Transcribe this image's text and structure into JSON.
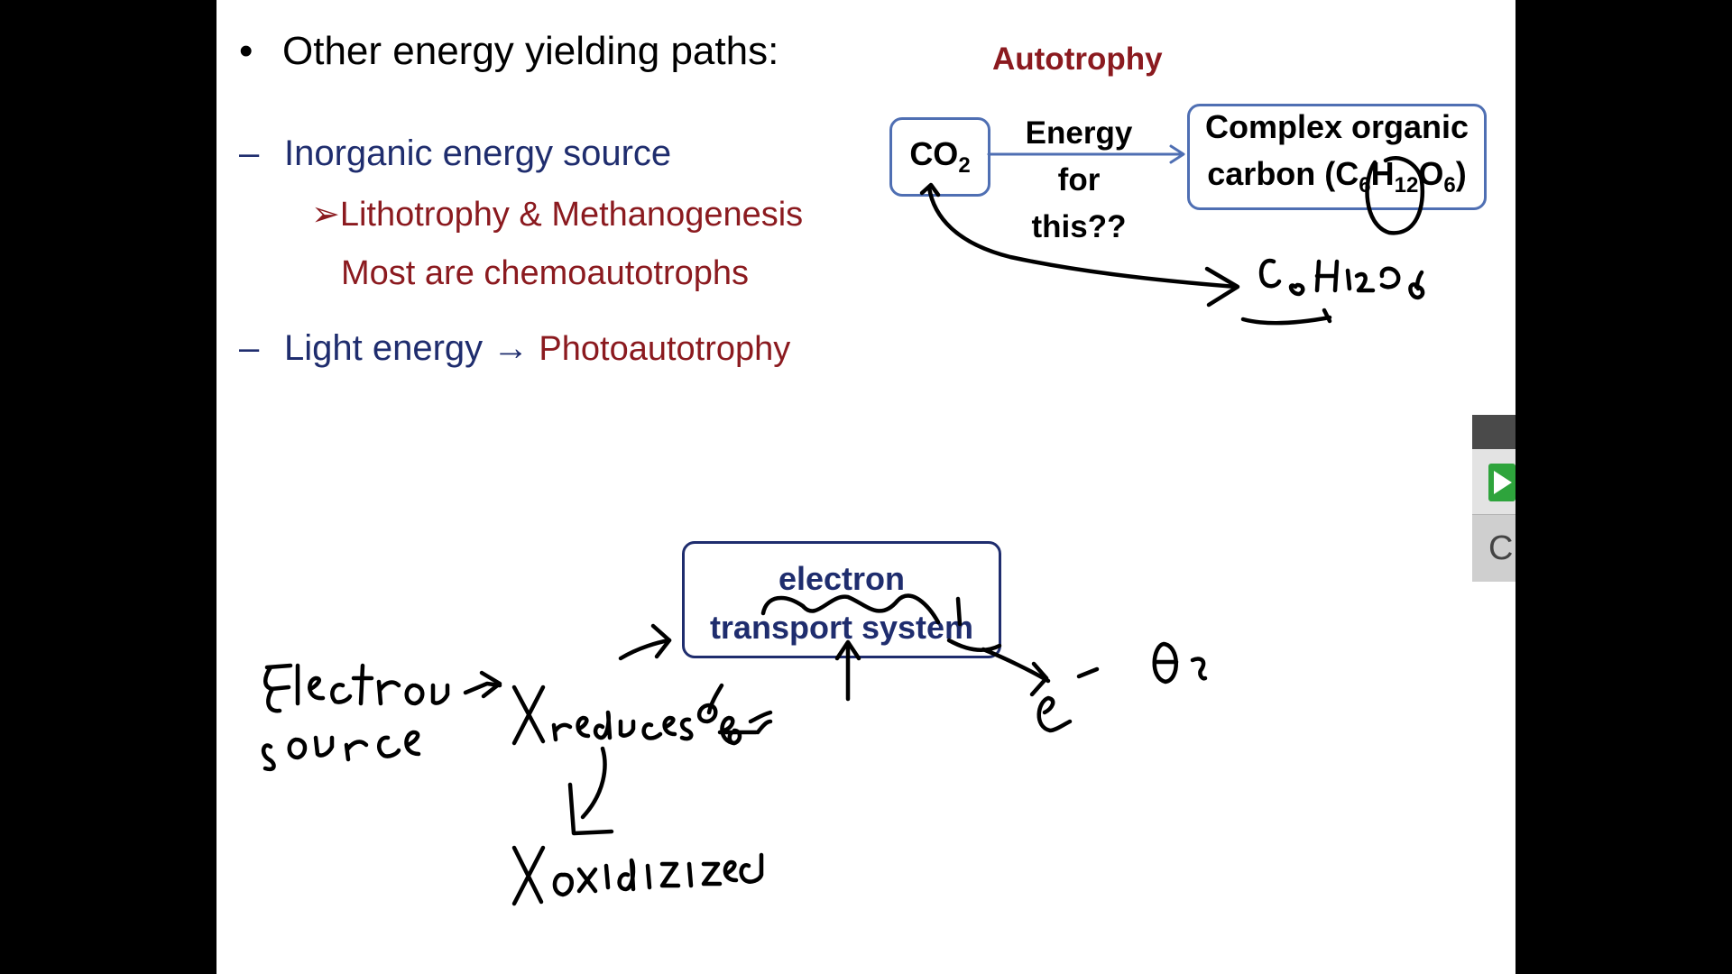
{
  "slide": {
    "bullet_main": "Other energy yielding paths:",
    "bullet_symbol": "•",
    "dash_symbol": "–",
    "inorganic": "Inorganic energy source",
    "litho": "Lithotrophy & Methanogenesis",
    "litho_marker": "➢",
    "chemo": "Most are chemoautotrophs",
    "light": "Light energy",
    "light_arrow": "→",
    "photo": "Photoautotrophy"
  },
  "autotrophy": {
    "title": "Autotrophy",
    "co2": "CO",
    "co2_sub": "2",
    "energy_line1": "Energy for",
    "energy_line2": "this??",
    "complex_line1": "Complex organic",
    "complex_line2_pre": "carbon (C",
    "complex_sub1": "6",
    "complex_mid": "H",
    "complex_sub2": "12",
    "complex_o": "O",
    "complex_sub3": "6",
    "complex_close": ")"
  },
  "ets": {
    "line1": "electron",
    "line2": "transport system"
  },
  "handwriting": {
    "formula": "C6H12O6",
    "electron_source": "Electron source",
    "x_reduced": "X reduced",
    "x_oxidized": "X oxidized",
    "e_minus": "e-",
    "o2": "O2"
  },
  "side_panel": {
    "letter": "C",
    "play_icon": "play-icon"
  },
  "colors": {
    "navy": "#1f2d6e",
    "maroon": "#8b1a1f",
    "box_border": "#4f6fb3",
    "play_green": "#2ea43c"
  }
}
